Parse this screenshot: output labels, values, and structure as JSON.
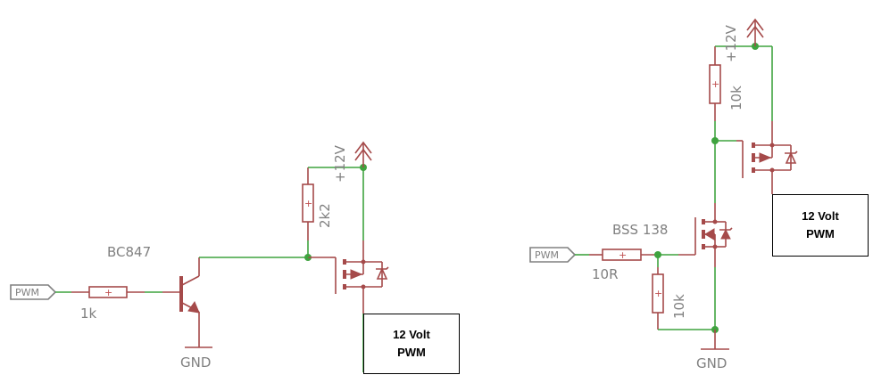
{
  "left_circuit": {
    "input_port": "PWM",
    "base_resistor": "1k",
    "transistor": "BC847",
    "ground": "GND",
    "pullup_resistor": "2k2",
    "supply": "+12V",
    "output_note": [
      "12 Volt",
      "PWM"
    ]
  },
  "right_circuit": {
    "input_port": "PWM",
    "gate_resistor": "10R",
    "mosfet": "BSS 138",
    "pulldown_resistor": "10k",
    "ground": "GND",
    "pullup_resistor": "10k",
    "supply": "+12V",
    "output_note": [
      "12 Volt",
      "PWM"
    ]
  },
  "resistor_marker": "+",
  "colors": {
    "wire": "#3fa33f",
    "part": "#a54a4a",
    "label": "#808080"
  }
}
